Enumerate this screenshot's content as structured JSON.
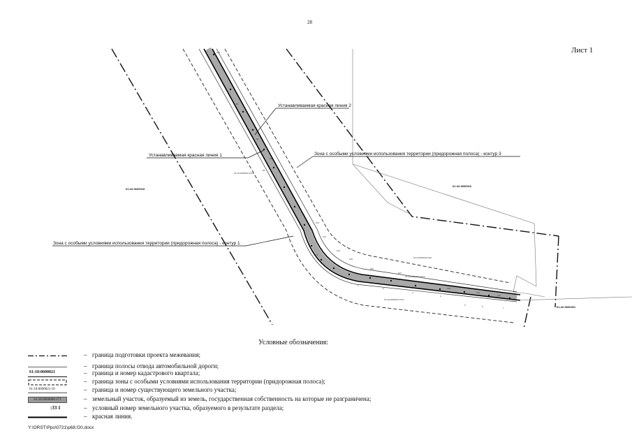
{
  "page": {
    "number": "28",
    "sheet": "Лист 1"
  },
  "map": {
    "labels": {
      "red_line_2": "Устанавливаемая красная линия 2",
      "red_line_1": "Устанавливаемая красная линия 1",
      "zone_contour_3": "Зона с особыми условиями использования территории (придорожная полоса) - контур 3",
      "zone_contour_1": "Зона с особыми условиями использования территории (придорожная полоса) - контур 1",
      "quarter_left": "61:42:0600018",
      "quarter_mid": "61:42:0600016",
      "quarter_right": "61:42:0600301",
      "parcel_a": "61:42:0000000:27/23",
      "parcel_b": "61:42:0600016:449",
      "parcel_c": "61:42:0000000:27/23",
      "parcel_d": "61:42:0000000:27/23"
    },
    "point_numbers": [
      "181",
      "50",
      "42",
      "63",
      "65",
      "123",
      "124",
      "103",
      "104",
      "105",
      "106",
      "107",
      "108",
      "109",
      "110",
      "1",
      "2",
      "3",
      "4",
      "5",
      "6",
      "7"
    ]
  },
  "legend": {
    "title": "Условные обозначения:",
    "items": [
      {
        "text": "граница подготовки проекта межевания;"
      },
      {
        "text": "граница полосы отвода автомобильной дороги;"
      },
      {
        "symbol_text": "61:18:0600021",
        "text": "граница и номер кадастрового квартала;"
      },
      {
        "text": "граница зоны с особыми условиями использования территории (придорожная полоса);"
      },
      {
        "symbol_text": "61:18:0600021:10",
        "text": "граница и номер существующего земельного участка;"
      },
      {
        "symbol_text": "61:18:0000000:271",
        "text": "земельный участок, образуемый из земель, государственная собственность на которые не разграничена;"
      },
      {
        "symbol_text": ":33 1",
        "text": "условный номер земельного участка, образуемого в результате раздела;"
      },
      {
        "text": "красная линия."
      }
    ],
    "dash": "–"
  },
  "footer": {
    "path": "Y:\\ORST\\Ppo\\0721\\p68.f20.docx"
  }
}
